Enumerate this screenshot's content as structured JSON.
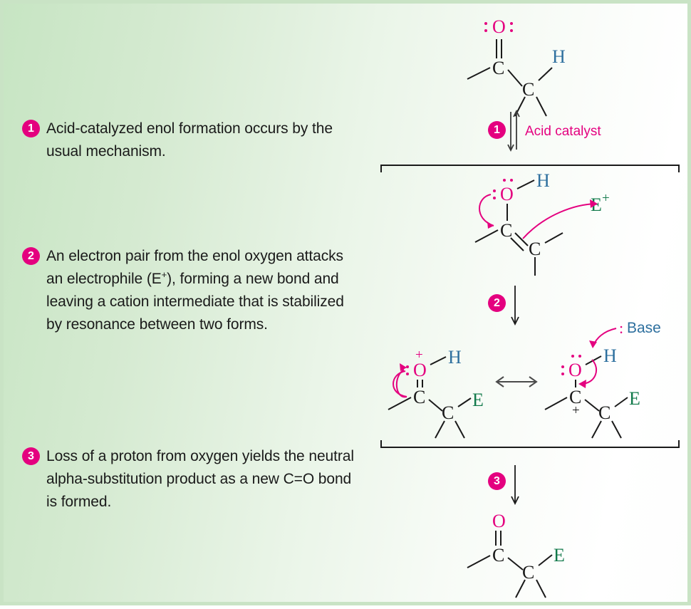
{
  "panel": {
    "background_left": "#c7e5c3",
    "background_right": "#ffffff",
    "border_color": "#c9e3c5"
  },
  "colors": {
    "accent_pink": "#e4007f",
    "oxygen": "#e4007f",
    "hydrogen": "#2d6f9e",
    "electrophile": "#127a4b",
    "carbon": "#1a1a1a"
  },
  "steps": [
    {
      "number": "1",
      "text_before_sup": "Acid-catalyzed enol formation occurs by the usual mechanism.",
      "sup": "",
      "text_after_sup": ""
    },
    {
      "number": "2",
      "text_before_sup": "An electron pair from the enol oxygen attacks an electrophile (E",
      "sup": "+",
      "text_after_sup": "), forming a new bond and leaving a cation intermediate that is stabilized by resonance between two forms."
    },
    {
      "number": "3",
      "text_before_sup": "Loss of a proton from oxygen yields the neutral alpha-substitution product as a new C=O bond is formed.",
      "sup": "",
      "text_after_sup": ""
    }
  ],
  "scheme": {
    "step1_marker": "1",
    "step1_label": "Acid catalyst",
    "step2_marker": "2",
    "step3_marker": "3",
    "base_label": "Base",
    "electrophile_label": "E",
    "electrophile_charge": "+",
    "atoms": {
      "oxygen": "O",
      "carbon": "C",
      "hydrogen": "H",
      "electrophile": "E",
      "plus": "+"
    }
  },
  "structures": [
    {
      "name": "ketone-reactant",
      "caption": "methyl ketone with alpha C-H",
      "atom_labels": [
        "O",
        "C",
        "C",
        "H"
      ]
    },
    {
      "name": "enol-intermediate",
      "caption": "enol attacking electrophile",
      "atom_labels": [
        "O",
        "H",
        "C",
        "C",
        "E"
      ]
    },
    {
      "name": "cation-resonance-left",
      "caption": "protonated carbonyl resonance form",
      "atom_labels": [
        "O",
        "H",
        "C",
        "C",
        "E"
      ]
    },
    {
      "name": "cation-resonance-right",
      "caption": "carbocation resonance form",
      "atom_labels": [
        "O",
        "H",
        "C",
        "C",
        "E"
      ]
    },
    {
      "name": "alpha-substitution-product",
      "caption": "neutral alpha-substituted ketone",
      "atom_labels": [
        "O",
        "C",
        "C",
        "E"
      ]
    }
  ]
}
